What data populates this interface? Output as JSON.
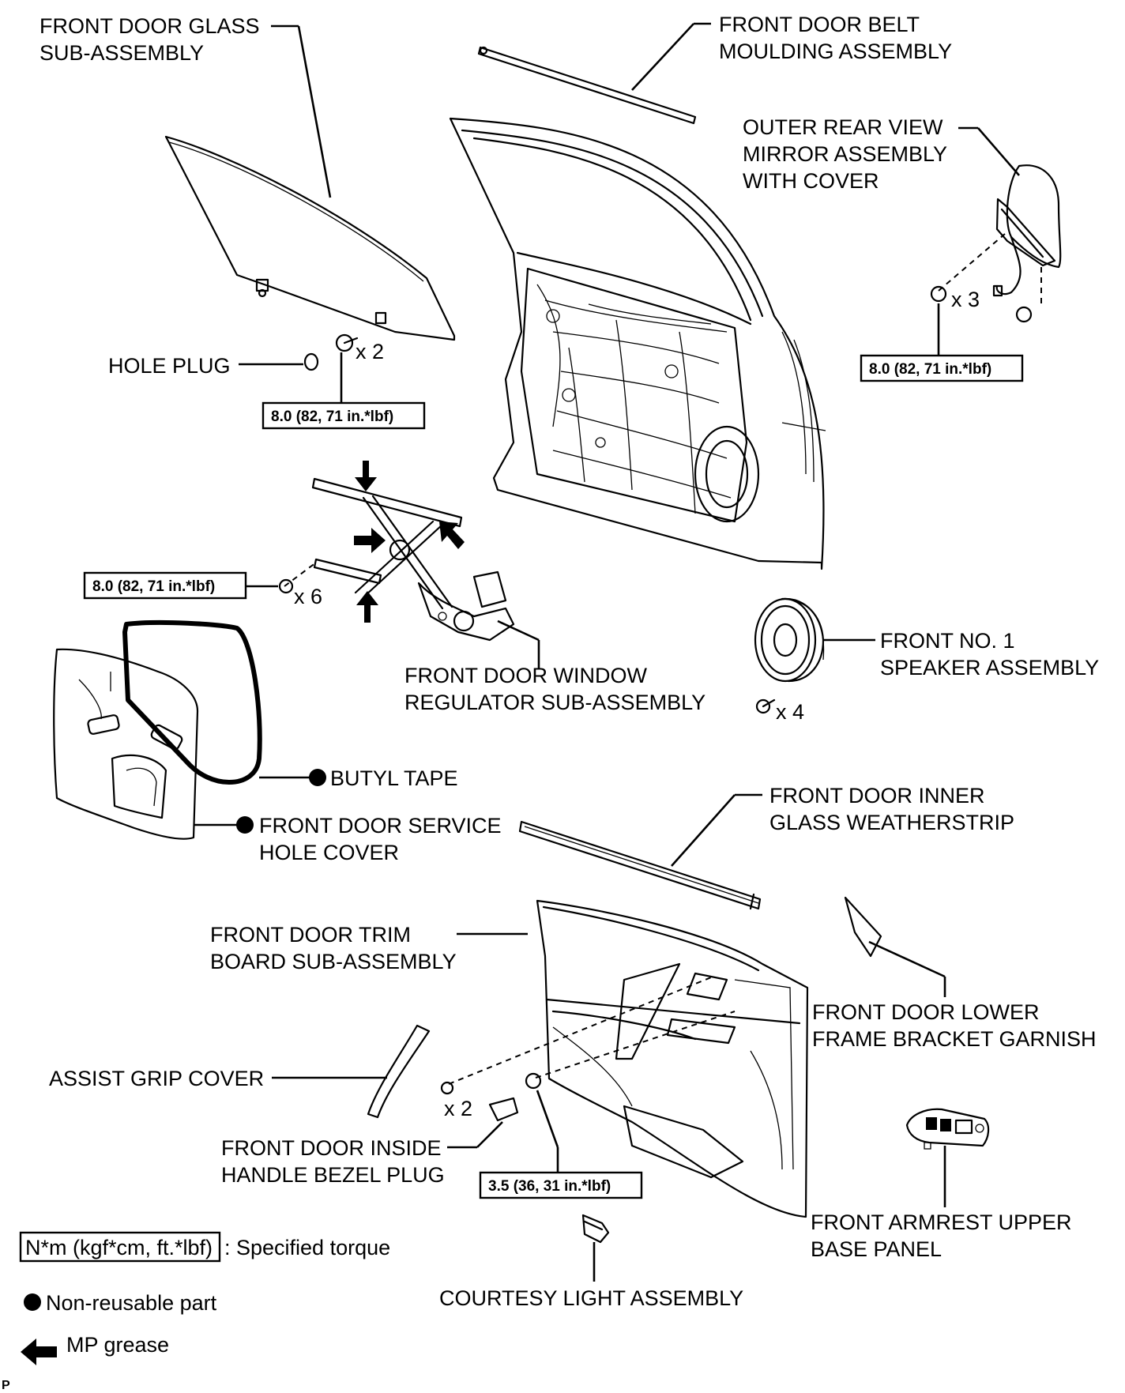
{
  "labels": {
    "glass_1": "FRONT DOOR GLASS",
    "glass_2": "SUB-ASSEMBLY",
    "belt_1": "FRONT DOOR BELT",
    "belt_2": "MOULDING ASSEMBLY",
    "mirror_1": "OUTER REAR VIEW",
    "mirror_2": "MIRROR ASSEMBLY",
    "mirror_3": "WITH COVER",
    "hole_plug": "HOLE PLUG",
    "regulator_1": "FRONT DOOR WINDOW",
    "regulator_2": "REGULATOR SUB-ASSEMBLY",
    "speaker_1": "FRONT NO. 1",
    "speaker_2": "SPEAKER ASSEMBLY",
    "butyl_tape": "BUTYL TAPE",
    "service_cover_1": "FRONT DOOR SERVICE",
    "service_cover_2": "HOLE COVER",
    "inner_ws_1": "FRONT DOOR INNER",
    "inner_ws_2": "GLASS WEATHERSTRIP",
    "trim_1": "FRONT DOOR TRIM",
    "trim_2": "BOARD SUB-ASSEMBLY",
    "lower_garnish_1": "FRONT DOOR LOWER",
    "lower_garnish_2": "FRAME BRACKET GARNISH",
    "assist_grip": "ASSIST GRIP COVER",
    "bezel_plug_1": "FRONT DOOR INSIDE",
    "bezel_plug_2": "HANDLE BEZEL PLUG",
    "armrest_1": "FRONT ARMREST UPPER",
    "armrest_2": "BASE PANEL",
    "courtesy_light": "COURTESY LIGHT ASSEMBLY"
  },
  "quantities": {
    "glass_bolts": "x 2",
    "mirror_nuts": "x 3",
    "regulator_bolts": "x 6",
    "speaker_screws": "x 4",
    "trim_screws": "x 2"
  },
  "torques": {
    "glass": "8.0 (82, 71 in.*lbf)",
    "mirror": "8.0 (82, 71 in.*lbf)",
    "regulator": "8.0 (82, 71 in.*lbf)",
    "trim": "3.5 (36, 31 in.*lbf)"
  },
  "legend": {
    "torque_unit": "N*m (kgf*cm, ft.*lbf)",
    "torque_text": ": Specified torque",
    "non_reusable": "Non-reusable part",
    "grease": "MP grease"
  },
  "corner_mark": "P"
}
